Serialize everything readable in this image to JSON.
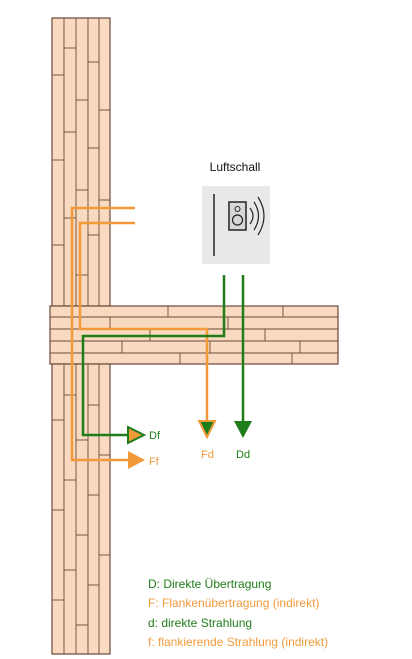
{
  "colors": {
    "wood_fill": "#f9d9bf",
    "wood_line": "#6b4a38",
    "green": "#1f7d19",
    "orange": "#f29a3a",
    "speaker_box": "#e6e6e6"
  },
  "labels": {
    "source": "Luftschall",
    "Df": "Df",
    "Ff": "Ff",
    "Fd": "Fd",
    "Dd": "Dd"
  },
  "legend": [
    {
      "text": "D: Direkte Übertragung",
      "color": "green"
    },
    {
      "text": "F: Flankenübertragung (indirekt)",
      "color": "orange"
    },
    {
      "text": "d: direkte Strahlung",
      "color": "green"
    },
    {
      "text": "f: flankierende Strahlung (indirekt)",
      "color": "orange"
    }
  ],
  "icons": {
    "source": "loudspeaker-icon"
  }
}
